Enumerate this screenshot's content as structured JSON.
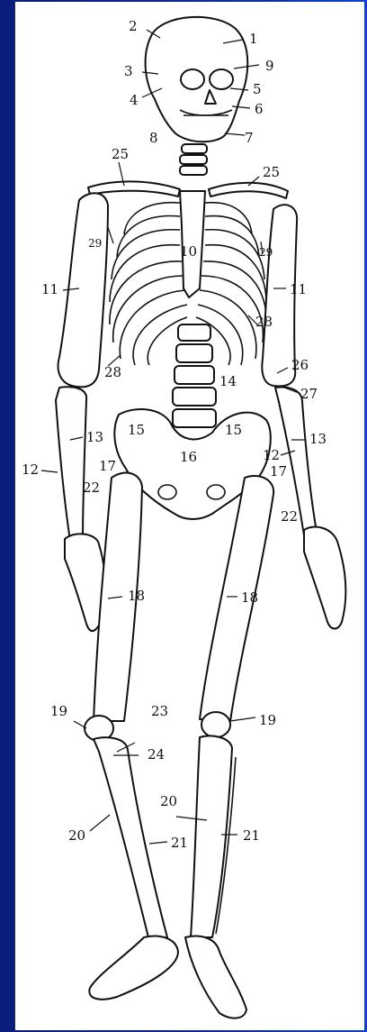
{
  "diagram": {
    "labels": [
      "1",
      "2",
      "3",
      "4",
      "5",
      "6",
      "7",
      "8",
      "9",
      "10",
      "11",
      "11",
      "12",
      "12",
      "13",
      "13",
      "14",
      "15",
      "15",
      "16",
      "17",
      "17",
      "18",
      "18",
      "19",
      "19",
      "20",
      "20",
      "21",
      "21",
      "22",
      "22",
      "23",
      "24",
      "25",
      "25",
      "26",
      "27",
      "28",
      "28",
      "29",
      "29"
    ]
  }
}
